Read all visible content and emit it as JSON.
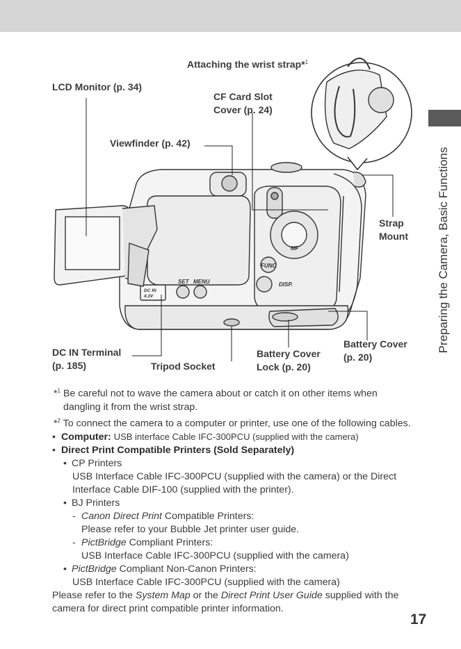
{
  "side_label": "Preparing the Camera, Basic Functions",
  "page_number": "17",
  "callouts": {
    "wrist_strap": "Attaching the wrist strap*",
    "wrist_strap_sup": "1",
    "lcd": "LCD Monitor (p. 34)",
    "cf_slot": "CF Card Slot\nCover (p. 24)",
    "viewfinder": "Viewfinder (p. 42)",
    "strap_mount": "Strap\nMount",
    "battery_cover": "Battery Cover\n(p. 20)",
    "battery_lock": "Battery Cover\nLock (p. 20)",
    "tripod": "Tripod Socket",
    "dc_in": "DC IN Terminal\n(p. 185)"
  },
  "camera_labels": {
    "set": "SET",
    "menu": "MENU",
    "func": "FUNC",
    "disp": "DISP.",
    "mf": "MF",
    "dcin_line1": "DC IN",
    "dcin_line2": "4.3V"
  },
  "notes": {
    "fn1_mark": "*",
    "fn1_sup": "1",
    "fn1": "Be careful not to wave the camera about or catch it on other items when dangling it from the wrist strap.",
    "fn2_mark": "*",
    "fn2_sup": "2",
    "fn2": "To connect the camera to a computer or printer, use one of the following cables.",
    "computer_label": "Computer:",
    "computer_text": "USB interface Cable IFC-300PCU (supplied with the camera)",
    "direct_print": "Direct Print Compatible Printers (Sold Separately)",
    "cp_printers": "CP Printers",
    "cp_text": "USB Interface Cable IFC-300PCU (supplied with the camera) or the Direct Interface Cable DIF-100 (supplied with the printer).",
    "bj_printers": "BJ Printers",
    "canon_dp": "Canon Direct Print",
    "canon_dp_rest": " Compatible Printers:",
    "canon_dp_text": "Please refer to your Bubble Jet printer user guide.",
    "pictbridge": "PictBridge",
    "pictbridge_rest": " Compliant Printers:",
    "pictbridge_text": "USB Interface Cable IFC-300PCU (supplied with the camera)",
    "pictbridge2": "PictBridge",
    "pictbridge2_rest": " Compliant Non-Canon Printers:",
    "pictbridge2_text": "USB Interface Cable IFC-300PCU (supplied with the camera)",
    "final_1": "Please refer to the ",
    "system_map": "System Map",
    "final_2": " or the ",
    "dp_guide": "Direct Print User Guide",
    "final_3": " supplied with the camera for direct print compatible printer information."
  }
}
